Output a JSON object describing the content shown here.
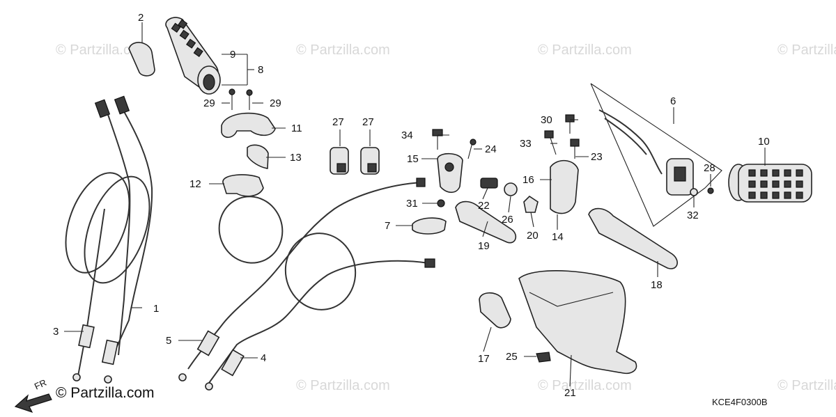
{
  "watermark": "© Partzilla.com",
  "brand_text": "© Partzilla.com",
  "fr_label": "FR",
  "diagram_code": "KCE4F0300B",
  "callouts": [
    "1",
    "2",
    "3",
    "4",
    "5",
    "6",
    "7",
    "8",
    "9",
    "10",
    "11",
    "12",
    "13",
    "14",
    "15",
    "16",
    "17",
    "18",
    "19",
    "20",
    "21",
    "22",
    "23",
    "24",
    "25",
    "26",
    "27",
    "28",
    "29",
    "30",
    "31",
    "32",
    "33",
    "34"
  ],
  "colors": {
    "line": "#222222",
    "part_fill": "#e6e6e6",
    "watermark": "#d8d8d8"
  }
}
